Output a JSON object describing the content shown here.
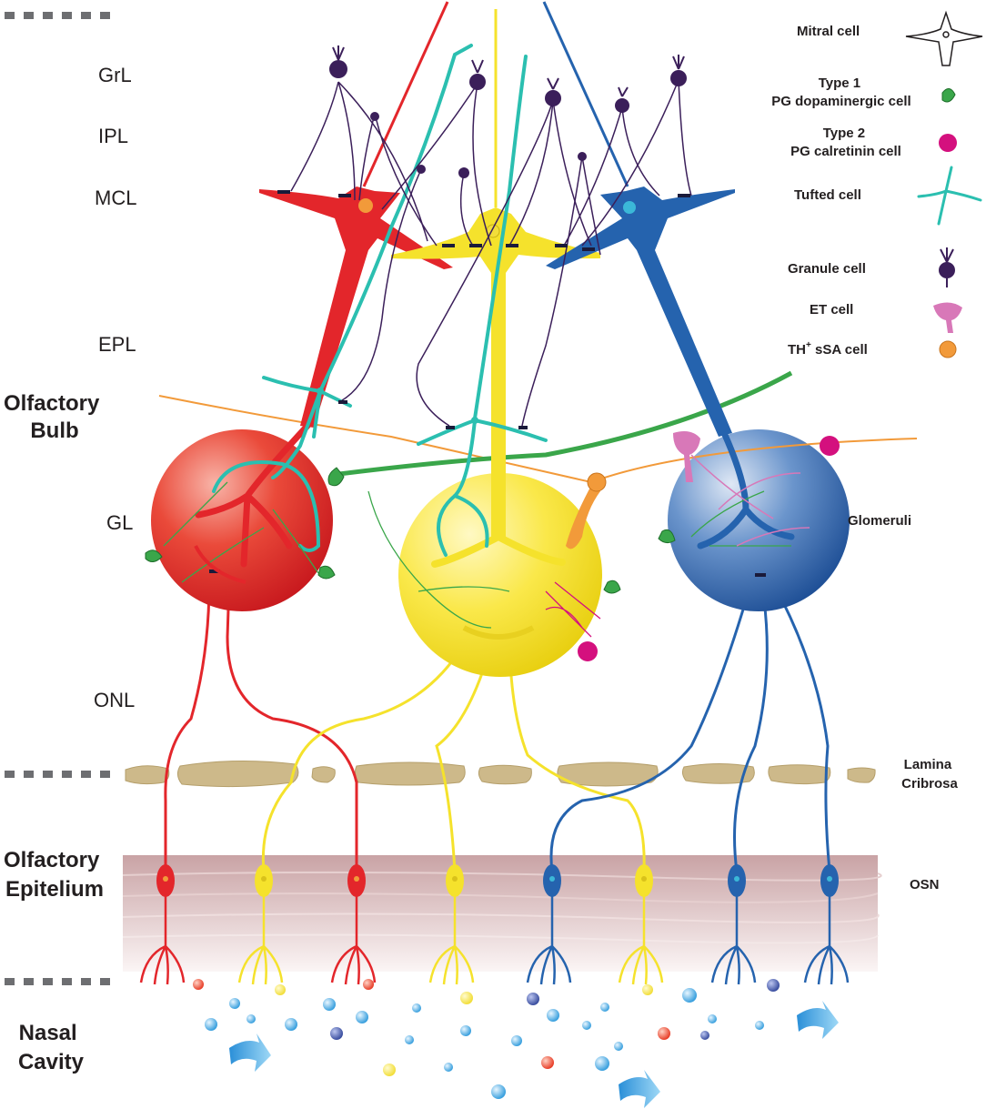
{
  "layers": {
    "grl": "GrL",
    "ipl": "IPL",
    "mcl": "MCL",
    "epl": "EPL",
    "gl": "GL",
    "onl": "ONL"
  },
  "regions": {
    "olfactory_bulb": [
      "Olfactory",
      "Bulb"
    ],
    "olfactory_epithelium": [
      "Olfactory",
      "Epitelium"
    ],
    "nasal_cavity": [
      "Nasal",
      "Cavity"
    ]
  },
  "right_labels": {
    "glomeruli": "Glomeruli",
    "lamina_cribrosa": [
      "Lamina",
      "Cribrosa"
    ],
    "osn": "OSN"
  },
  "legend": {
    "mitral": "Mitral cell",
    "pg_type1": [
      "Type 1",
      "PG dopaminergic cell"
    ],
    "pg_type2": [
      "Type 2",
      "PG calretinin cell"
    ],
    "tufted": "Tufted cell",
    "granule": "Granule cell",
    "et": "ET cell",
    "th_main": "TH",
    "th_sup": "+",
    "th_rest": " sSA cell"
  },
  "colors": {
    "red": "#e3262b",
    "yellow": "#f5e22c",
    "blue": "#2563ae",
    "teal": "#2bbfb0",
    "granule": "#3b1f5a",
    "pg_green": "#3aa64a",
    "pg_magenta": "#d4107e",
    "et_pink": "#d878b8",
    "ssa_orange": "#f29a3a",
    "lamina": "#cdb98a",
    "epithelium": "#d8b9b9"
  }
}
